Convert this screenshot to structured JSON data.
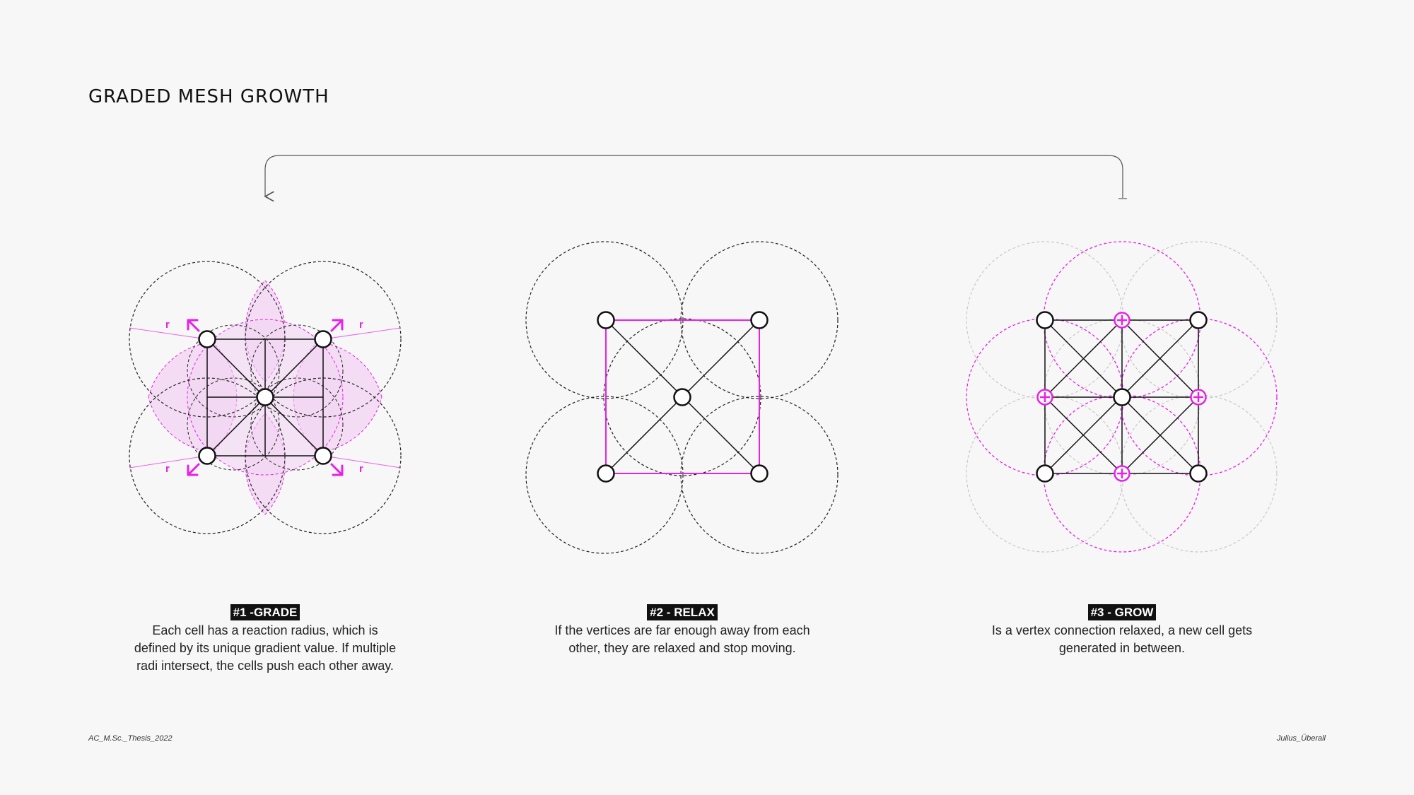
{
  "title": "GRADED MESH GROWTH",
  "colors": {
    "accent": "#e820e8",
    "ink": "#111111",
    "faint": "#c8c8c8",
    "fill": "#f3d4f3"
  },
  "steps": [
    {
      "tag": "#1 -GRADE",
      "description": "Each cell has a reaction radius, which is defined by its unique gradient value. If multiple radi intersect, the cells push each other away.",
      "radius_label": "r"
    },
    {
      "tag": "#2 - RELAX",
      "description": "If the vertices are far enough away from each other, they are relaxed and stop moving."
    },
    {
      "tag": "#3 - GROW",
      "description": "Is a vertex connection relaxed, a new cell gets generated in between."
    }
  ],
  "footer": {
    "left": "AC_M.Sc._Thesis_2022",
    "right": "Julius_Überall"
  }
}
